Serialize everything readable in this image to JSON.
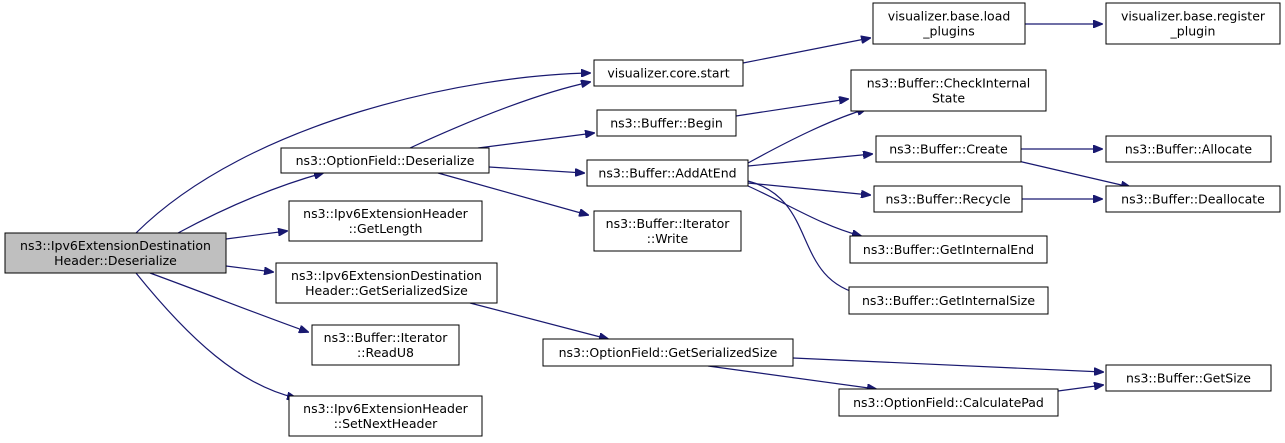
{
  "colors": {
    "edge": "#191970",
    "arrow": "#191970",
    "node_border": "#000000",
    "node_fill": "#ffffff",
    "root_fill": "#bfbfbf",
    "text": "#000000"
  },
  "nodes": {
    "root": [
      "ns3::Ipv6ExtensionDestination",
      "Header::Deserialize"
    ],
    "option_deserialize": [
      "ns3::OptionField::Deserialize"
    ],
    "ext_get_length": [
      "ns3::Ipv6ExtensionHeader",
      "::GetLength"
    ],
    "dest_get_serialized_size": [
      "ns3::Ipv6ExtensionDestination",
      "Header::GetSerializedSize"
    ],
    "iterator_readu8": [
      "ns3::Buffer::Iterator",
      "::ReadU8"
    ],
    "ext_set_next_header": [
      "ns3::Ipv6ExtensionHeader",
      "::SetNextHeader"
    ],
    "core_start": [
      "visualizer.core.start"
    ],
    "buffer_begin": [
      "ns3::Buffer::Begin"
    ],
    "buffer_add_at_end": [
      "ns3::Buffer::AddAtEnd"
    ],
    "iterator_write": [
      "ns3::Buffer::Iterator",
      "::Write"
    ],
    "option_get_serialized_size": [
      "ns3::OptionField::GetSerializedSize"
    ],
    "load_plugins": [
      "visualizer.base.load",
      "_plugins"
    ],
    "register_plugin": [
      "visualizer.base.register",
      "_plugin"
    ],
    "check_internal_state": [
      "ns3::Buffer::CheckInternal",
      "State"
    ],
    "buffer_create": [
      "ns3::Buffer::Create"
    ],
    "buffer_recycle": [
      "ns3::Buffer::Recycle"
    ],
    "get_internal_end": [
      "ns3::Buffer::GetInternalEnd"
    ],
    "get_internal_size": [
      "ns3::Buffer::GetInternalSize"
    ],
    "calculate_pad": [
      "ns3::OptionField::CalculatePad"
    ],
    "buffer_allocate": [
      "ns3::Buffer::Allocate"
    ],
    "buffer_deallocate": [
      "ns3::Buffer::Deallocate"
    ],
    "buffer_get_size": [
      "ns3::Buffer::GetSize"
    ]
  },
  "edges": [
    [
      "root",
      "core_start"
    ],
    [
      "root",
      "option_deserialize"
    ],
    [
      "root",
      "ext_get_length"
    ],
    [
      "root",
      "dest_get_serialized_size"
    ],
    [
      "root",
      "iterator_readu8"
    ],
    [
      "root",
      "ext_set_next_header"
    ],
    [
      "option_deserialize",
      "core_start"
    ],
    [
      "option_deserialize",
      "buffer_begin"
    ],
    [
      "option_deserialize",
      "buffer_add_at_end"
    ],
    [
      "option_deserialize",
      "iterator_write"
    ],
    [
      "dest_get_serialized_size",
      "option_get_serialized_size"
    ],
    [
      "core_start",
      "load_plugins"
    ],
    [
      "load_plugins",
      "register_plugin"
    ],
    [
      "buffer_begin",
      "check_internal_state"
    ],
    [
      "buffer_add_at_end",
      "check_internal_state"
    ],
    [
      "buffer_add_at_end",
      "buffer_create"
    ],
    [
      "buffer_add_at_end",
      "buffer_recycle"
    ],
    [
      "buffer_add_at_end",
      "get_internal_end"
    ],
    [
      "buffer_add_at_end",
      "get_internal_size"
    ],
    [
      "buffer_create",
      "buffer_allocate"
    ],
    [
      "buffer_create",
      "buffer_deallocate"
    ],
    [
      "buffer_recycle",
      "buffer_deallocate"
    ],
    [
      "option_get_serialized_size",
      "calculate_pad"
    ],
    [
      "option_get_serialized_size",
      "buffer_get_size"
    ],
    [
      "calculate_pad",
      "buffer_get_size"
    ]
  ]
}
